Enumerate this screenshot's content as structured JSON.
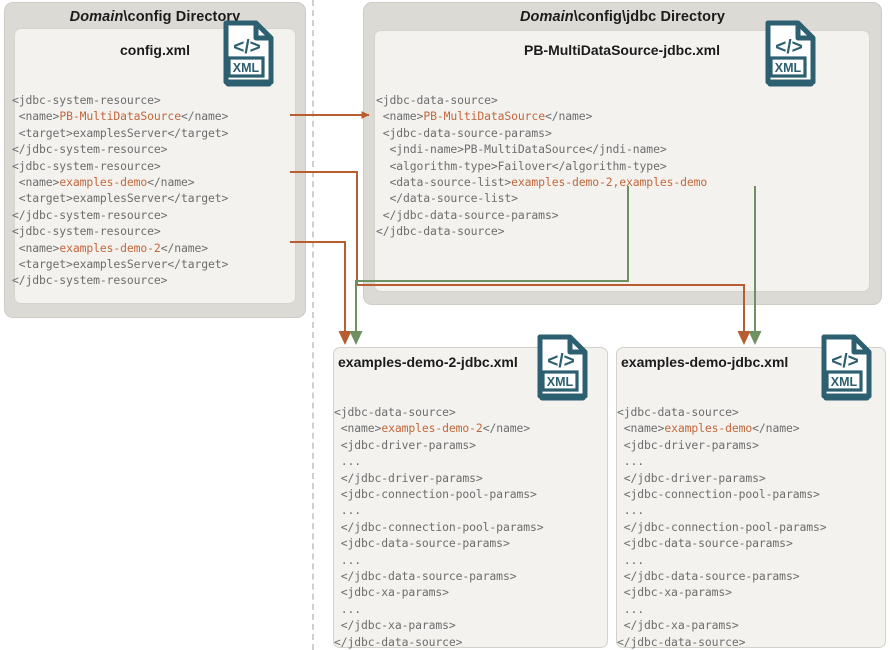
{
  "panels": {
    "left": {
      "title_em": "Domain",
      "title_rest": "\\config Directory",
      "file": {
        "name": "config.xml",
        "icon": "xml-file-icon",
        "code_segments": [
          {
            "t": "<jdbc-system-resource>\n <name>",
            "hl": false
          },
          {
            "t": "PB-MultiDataSource",
            "hl": true
          },
          {
            "t": "</name>\n <target>examplesServer</target>\n</jdbc-system-resource>\n<jdbc-system-resource>\n <name>",
            "hl": false
          },
          {
            "t": "examples-demo",
            "hl": true
          },
          {
            "t": "</name>\n <target>examplesServer</target>\n</jdbc-system-resource>\n<jdbc-system-resource>\n <name>",
            "hl": false
          },
          {
            "t": "examples-demo-2",
            "hl": true
          },
          {
            "t": "</name>\n <target>examplesServer</target>\n</jdbc-system-resource>",
            "hl": false
          }
        ]
      }
    },
    "right": {
      "title_em": "Domain",
      "title_rest": "\\config\\jdbc Directory",
      "file": {
        "name": "PB-MultiDataSource-jdbc.xml",
        "icon": "xml-file-icon",
        "code_segments": [
          {
            "t": "<jdbc-data-source>\n <name>",
            "hl": false
          },
          {
            "t": "PB-MultiDataSource",
            "hl": true
          },
          {
            "t": "</name>\n <jdbc-data-source-params>\n  <jndi-name>PB-MultiDataSource</jndi-name>\n  <algorithm-type>Failover</algorithm-type>\n  <data-source-list>",
            "hl": false
          },
          {
            "t": "examples-demo-2,examples-demo",
            "hl": true
          },
          {
            "t": "\n  </data-source-list>\n </jdbc-data-source-params>\n</jdbc-data-source>",
            "hl": false
          }
        ]
      }
    },
    "bottom_left": {
      "file": {
        "name": "examples-demo-2-jdbc.xml",
        "icon": "xml-file-icon",
        "code_segments": [
          {
            "t": "<jdbc-data-source>\n <name>",
            "hl": false
          },
          {
            "t": "examples-demo-2",
            "hl": true
          },
          {
            "t": "</name>\n <jdbc-driver-params>\n ...\n </jdbc-driver-params>\n <jdbc-connection-pool-params>\n ...\n </jdbc-connection-pool-params>\n <jdbc-data-source-params>\n ...\n </jdbc-data-source-params>\n <jdbc-xa-params>\n ...\n </jdbc-xa-params>\n</jdbc-data-source>",
            "hl": false
          }
        ]
      }
    },
    "bottom_right": {
      "file": {
        "name": "examples-demo-jdbc.xml",
        "icon": "xml-file-icon",
        "code_segments": [
          {
            "t": "<jdbc-data-source>\n <name>",
            "hl": false
          },
          {
            "t": "examples-demo",
            "hl": true
          },
          {
            "t": "</name>\n <jdbc-driver-params>\n ...\n </jdbc-driver-params>\n <jdbc-connection-pool-params>\n ...\n </jdbc-connection-pool-params>\n <jdbc-data-source-params>\n ...\n </jdbc-data-source-params>\n <jdbc-xa-params>\n ...\n </jdbc-xa-params>\n</jdbc-data-source>",
            "hl": false
          }
        ]
      }
    }
  },
  "icon_label": "XML",
  "icon_code_glyph": "</>",
  "colors": {
    "connector_orange": "#b85c31",
    "connector_green": "#6f9060",
    "highlight_text": "#c2673c",
    "code_text": "#6d6d6d",
    "panel_bg": "#dcdad4",
    "card_bg": "#f3f2ef",
    "icon_teal": "#2c5f70",
    "divider": "#cfcfcf"
  }
}
